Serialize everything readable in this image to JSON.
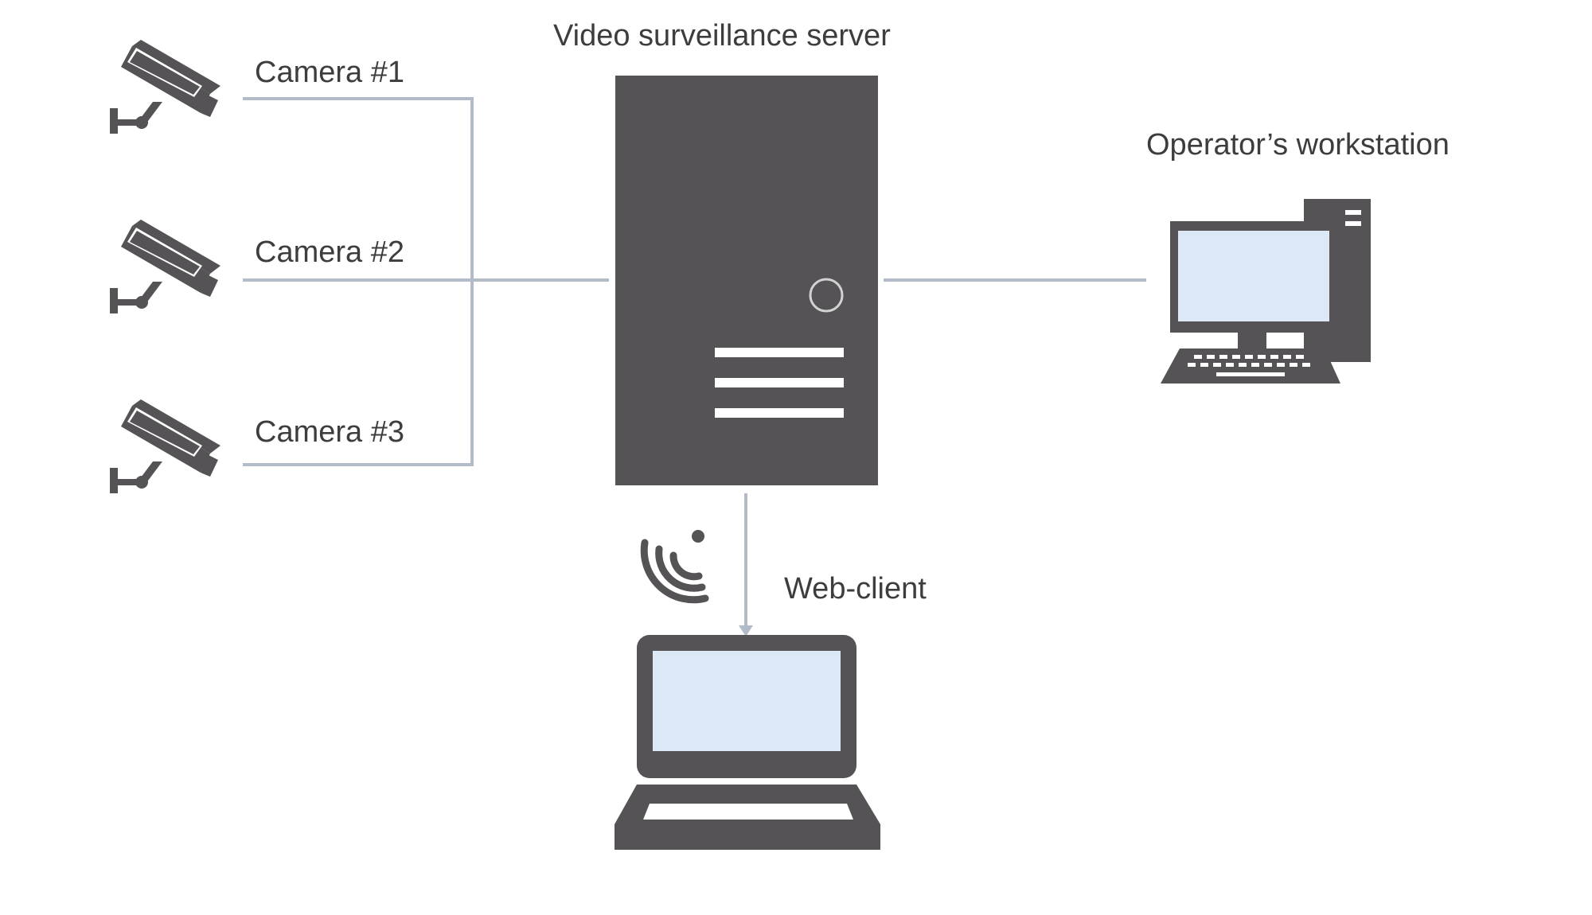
{
  "labels": {
    "server": "Video surveillance server",
    "camera1": "Camera #1",
    "camera2": "Camera #2",
    "camera3": "Camera #3",
    "workstation": "Operator’s workstation",
    "web_client": "Web-client"
  },
  "colors": {
    "device": "#555355",
    "connector": "#b3bcc6",
    "screen": "#dde8f7",
    "text": "#3d3d3d"
  },
  "icons": {
    "camera": "cctv-camera-icon",
    "server": "server-tower-icon",
    "workstation": "desktop-computer-icon",
    "laptop": "laptop-icon",
    "wireless": "wireless-signal-icon"
  }
}
